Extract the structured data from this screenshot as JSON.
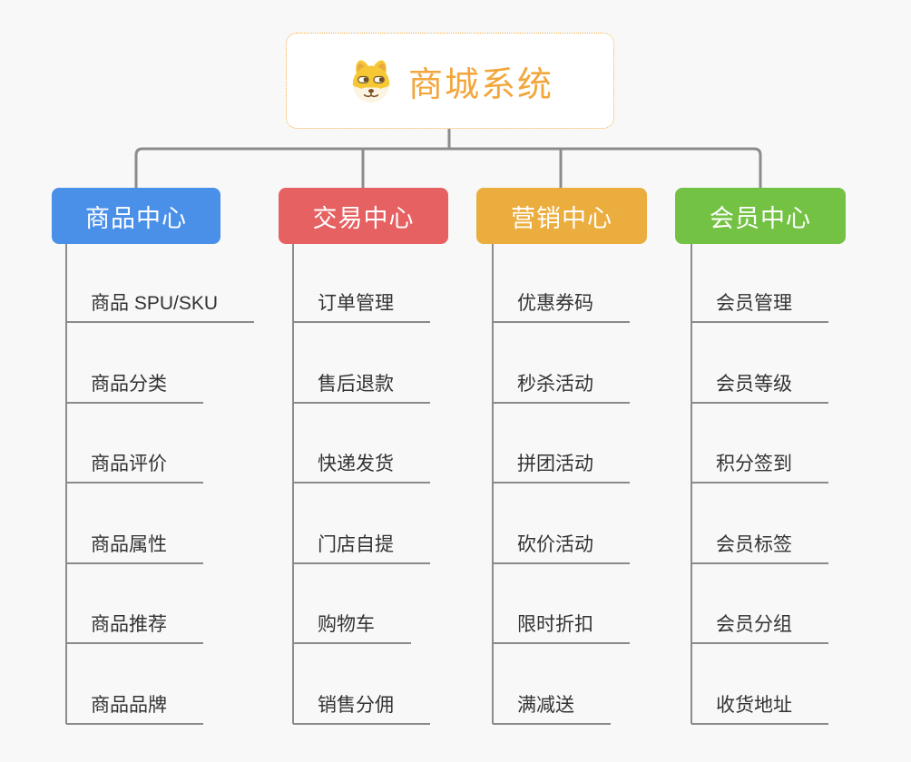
{
  "root": {
    "label": "商城系统",
    "icon": "shiba-dog-icon",
    "text_color": "#f2a63c",
    "border_color": "#f5ae4a"
  },
  "connector_color": "#8c8c8c",
  "underline_color": "#8a8a8a",
  "branches": [
    {
      "label": "商品中心",
      "color": "#4b90e8",
      "items": [
        "商品 SPU/SKU",
        "商品分类",
        "商品评价",
        "商品属性",
        "商品推荐",
        "商品品牌"
      ]
    },
    {
      "label": "交易中心",
      "color": "#e66161",
      "items": [
        "订单管理",
        "售后退款",
        "快递发货",
        "门店自提",
        "购物车",
        "销售分佣"
      ]
    },
    {
      "label": "营销中心",
      "color": "#eaad3e",
      "items": [
        "优惠券码",
        "秒杀活动",
        "拼团活动",
        "砍价活动",
        "限时折扣",
        "满减送"
      ]
    },
    {
      "label": "会员中心",
      "color": "#73c244",
      "items": [
        "会员管理",
        "会员等级",
        "积分签到",
        "会员标签",
        "会员分组",
        "收货地址"
      ]
    }
  ]
}
